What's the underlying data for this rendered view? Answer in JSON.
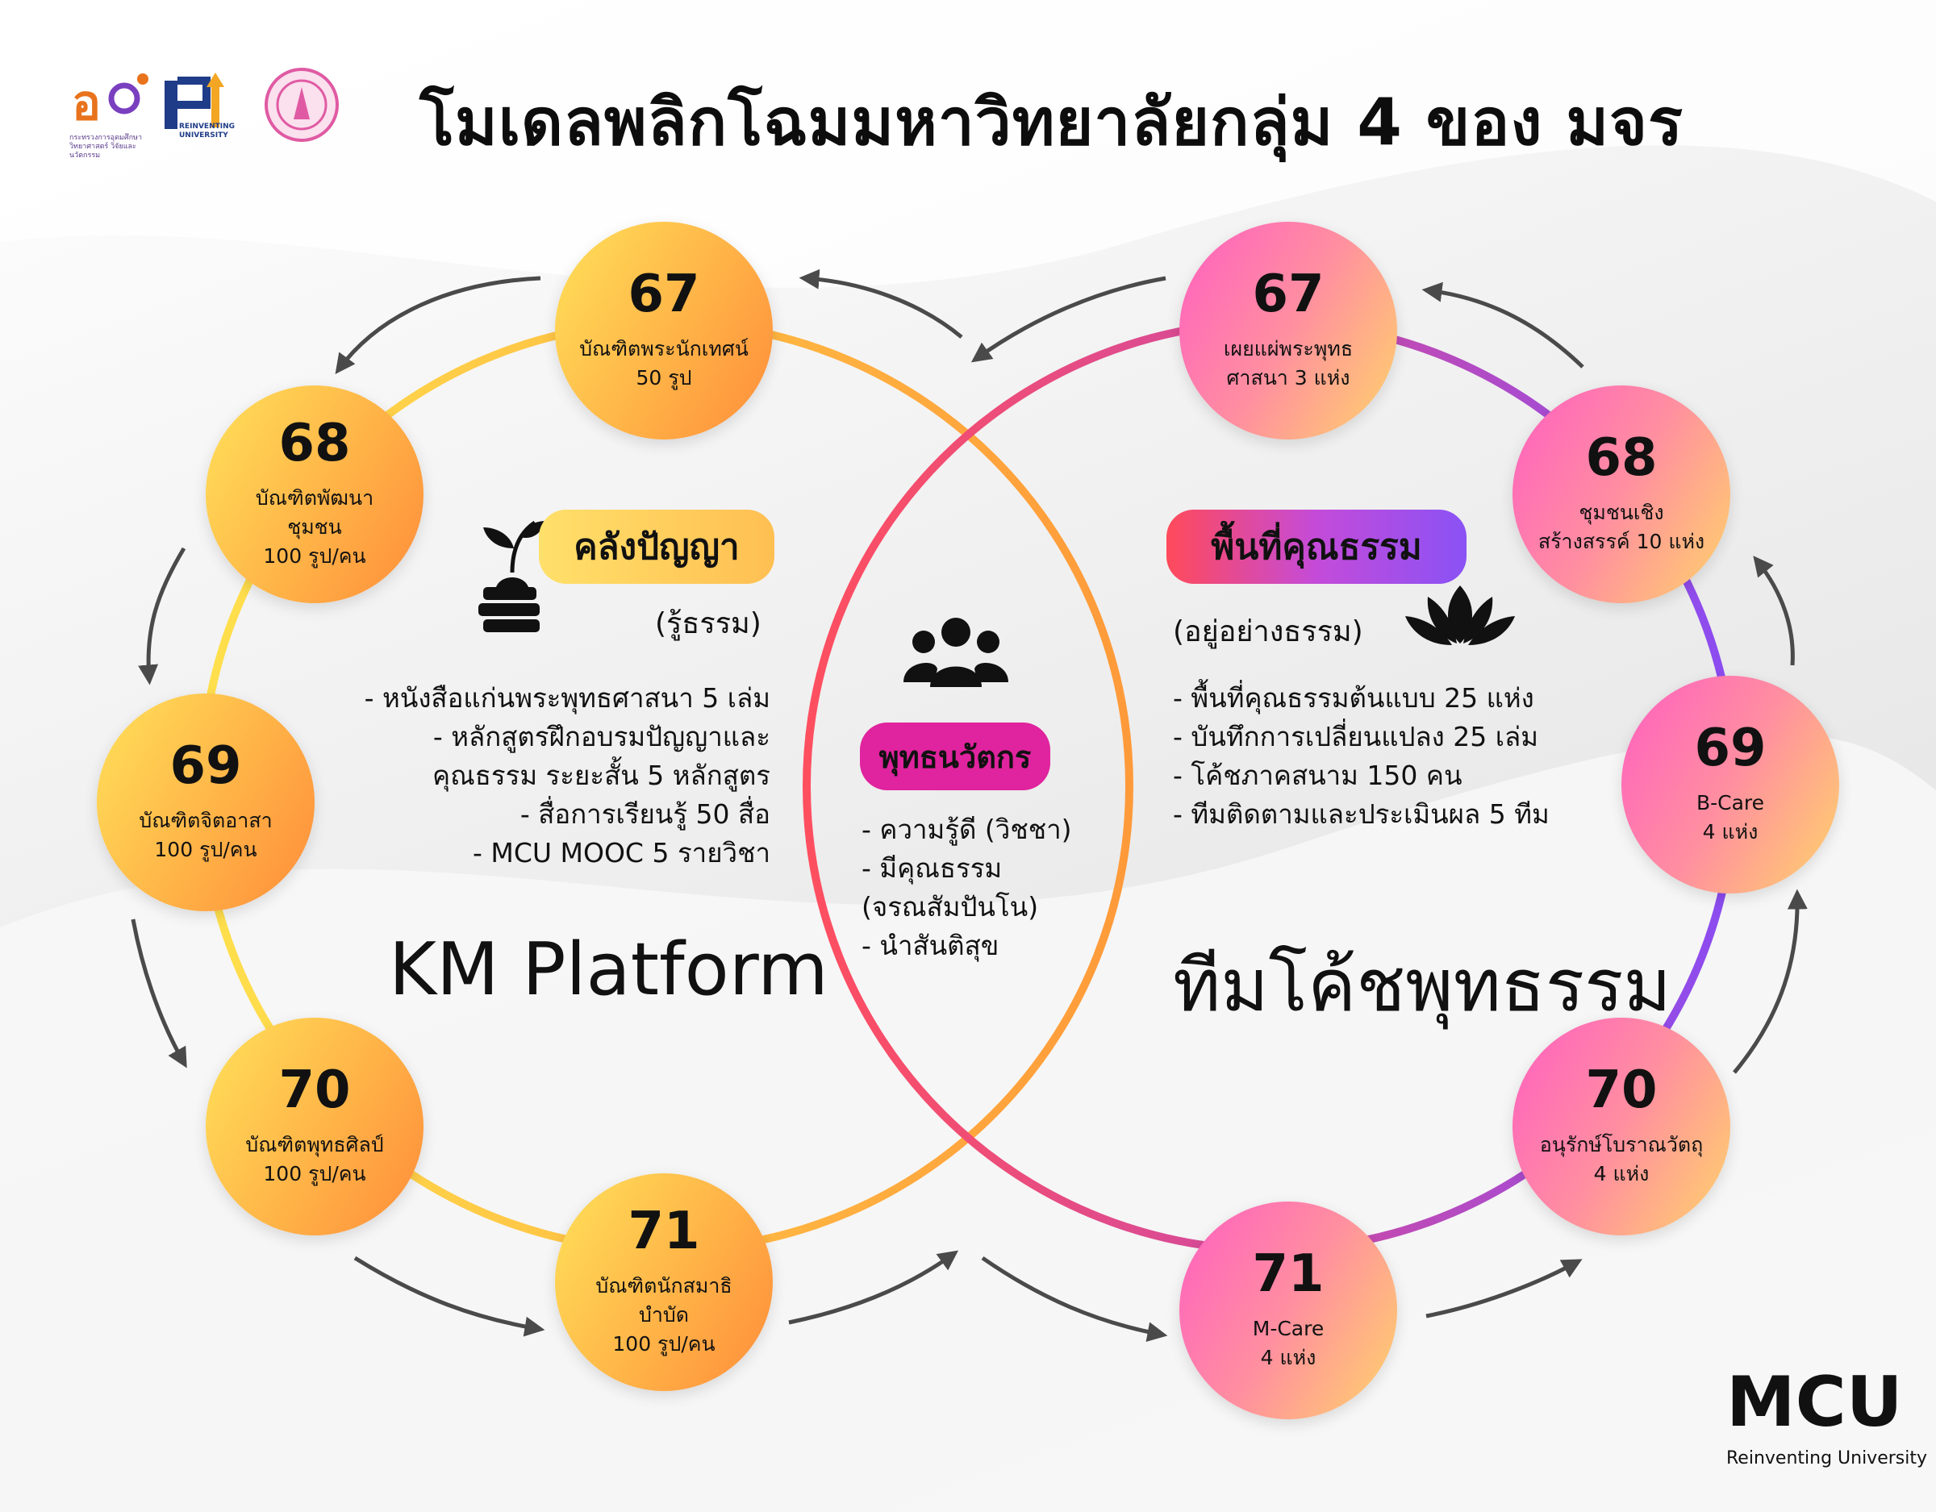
{
  "title": "โมเดลพลิกโฉมมหาวิทยาลัยกลุ่ม 4 ของ มจร",
  "logos": {
    "ministry_logo_text": "กระทรวงการอุดมศึกษา วิทยาศาสตร์ วิจัยและนวัตกรรม",
    "reinventing_logo_text": "REINVENTING UNIVERSITY",
    "seal": "mcu-seal"
  },
  "left_nodes": [
    {
      "year": "67",
      "line1": "บัณฑิตพระนักเทศน์",
      "line2": "50 รูป",
      "line3": ""
    },
    {
      "year": "68",
      "line1": "บัณฑิตพัฒนา",
      "line2": "ชุมชน",
      "line3": "100 รูป/คน"
    },
    {
      "year": "69",
      "line1": "บัณฑิตจิตอาสา",
      "line2": "100 รูป/คน",
      "line3": ""
    },
    {
      "year": "70",
      "line1": "บัณฑิตพุทธศิลป์",
      "line2": "100 รูป/คน",
      "line3": ""
    },
    {
      "year": "71",
      "line1": "บัณฑิตนักสมาธิ",
      "line2": "บำบัด",
      "line3": "100 รูป/คน"
    }
  ],
  "right_nodes": [
    {
      "year": "67",
      "line1": "เผยแผ่พระพุทธ",
      "line2": "ศาสนา 3 แห่ง",
      "line3": ""
    },
    {
      "year": "68",
      "line1": "ชุมชนเชิง",
      "line2": "สร้างสรรค์ 10 แห่ง",
      "line3": ""
    },
    {
      "year": "69",
      "line1": "B-Care",
      "line2": "4 แห่ง",
      "line3": ""
    },
    {
      "year": "70",
      "line1": "อนุรักษ์โบราณวัตถุ",
      "line2": "4 แห่ง",
      "line3": ""
    },
    {
      "year": "71",
      "line1": "M-Care",
      "line2": "4 แห่ง",
      "line3": ""
    }
  ],
  "knowledge_bank": {
    "label": "คลังปัญญา",
    "subtitle": "(รู้ธรรม)",
    "icon": "plant-books-icon",
    "items": [
      "- หนังสือแก่นพระพุทธศาสนา 5 เล่ม",
      "- หลักสูตรฝึกอบรมปัญญาและ",
      "คุณธรรม ระยะสั้น 5 หลักสูตร",
      "- สื่อการเรียนรู้ 50 สื่อ",
      "- MCU MOOC 5 รายวิชา"
    ],
    "platform_label": "KM Platform"
  },
  "virtue_space": {
    "label": "พื้นที่คุณธรรม",
    "subtitle": "(อยู่อย่างธรรม)",
    "icon": "lotus-icon",
    "items": [
      "- พื้นที่คุณธรรมต้นแบบ 25 แห่ง",
      "- บันทึกการเปลี่ยนแปลง 25 เล่ม",
      "- โค้ชภาคสนาม 150 คน",
      "- ทีมติดตามและประเมินผล 5 ทีม"
    ],
    "team_label": "ทีมโค้ชพุทธรรม"
  },
  "center": {
    "label": "พุทธนวัตกร",
    "icon": "people-group-icon",
    "items": [
      "- ความรู้ดี (วิชชา)",
      "- มีคุณธรรม",
      "(จรณสัมปันโน)",
      "- นำสันติสุข"
    ]
  },
  "footer": {
    "logo": "MCU",
    "tagline": "Reinventing University"
  },
  "colors": {
    "left_ring": "#ffc53d",
    "right_ring_start": "#ff4f73",
    "right_ring_end": "#8a4cf2",
    "center_pill": "#e0239e",
    "arrow": "#4a4a4a"
  }
}
